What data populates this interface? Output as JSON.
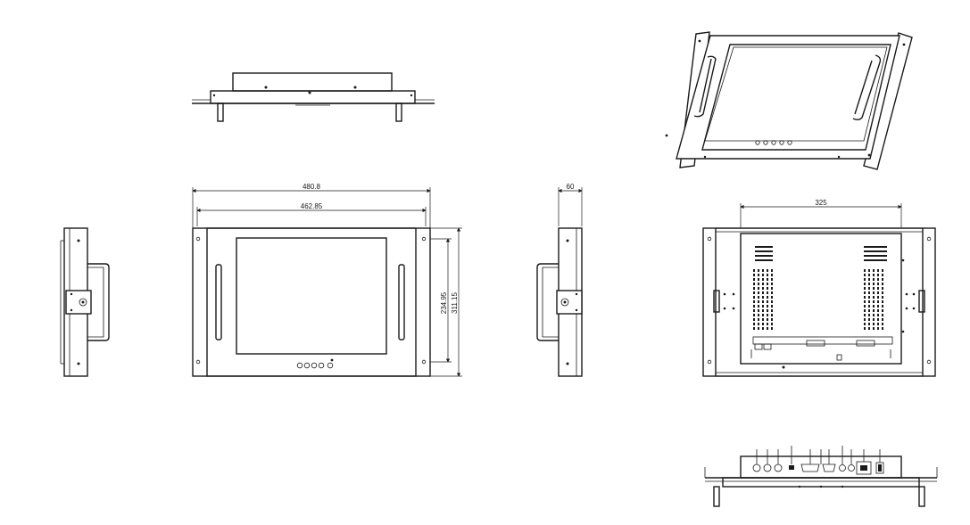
{
  "dimensions": {
    "overall_width": "480.8",
    "rack_width": "462.85",
    "depth": "60",
    "rear_width": "325",
    "height_inner": "234.95",
    "height_outer": "311.15"
  },
  "connector_labels": [
    "",
    "",
    "",
    "",
    "",
    "",
    "",
    "",
    "",
    "",
    ""
  ],
  "colors": {
    "line": "#1a1a1a",
    "background": "#ffffff"
  }
}
